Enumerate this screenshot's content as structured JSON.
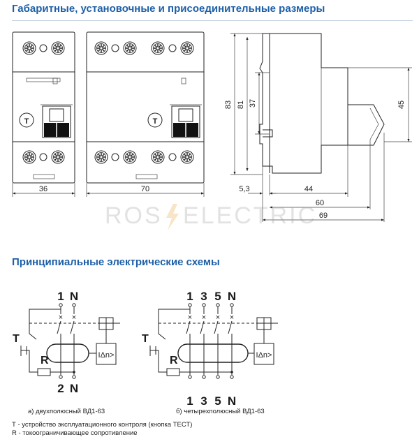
{
  "headings": {
    "dimensions": "Габаритные, установочные и присоединительные размеры",
    "schemes": "Принципиальные электрические схемы"
  },
  "dimensions": {
    "width_2p": "36",
    "width_4p": "70",
    "height_83": "83",
    "height_81": "81",
    "height_37": "37",
    "height_45": "45",
    "depth_5_3": "5,3",
    "depth_44": "44",
    "depth_60": "60",
    "depth_69": "69"
  },
  "watermark": {
    "left": "ROS",
    "right": "ELECTRIC",
    "bolt_color": "#e8a23a"
  },
  "scheme_2p": {
    "top_labels": [
      "1",
      "N"
    ],
    "bottom_labels": [
      "2",
      "N"
    ],
    "test_label": "T",
    "resistor_label": "R",
    "relay_label": "IΔn>",
    "caption": "а) двухполюсный ВД1-63"
  },
  "scheme_4p": {
    "top_labels": [
      "1",
      "3",
      "5",
      "N"
    ],
    "bottom_labels": [
      "1",
      "3",
      "5",
      "N"
    ],
    "test_label": "T",
    "resistor_label": "R",
    "relay_label": "IΔn>",
    "caption": "б) четырехполюсный ВД1-63"
  },
  "legend": [
    "Т - устройство эксплуатационного контроля (кнопка ТЕСТ)",
    "R - токоограничивающее сопротивление"
  ],
  "colors": {
    "heading": "#1d5fa8",
    "line": "#222222"
  }
}
